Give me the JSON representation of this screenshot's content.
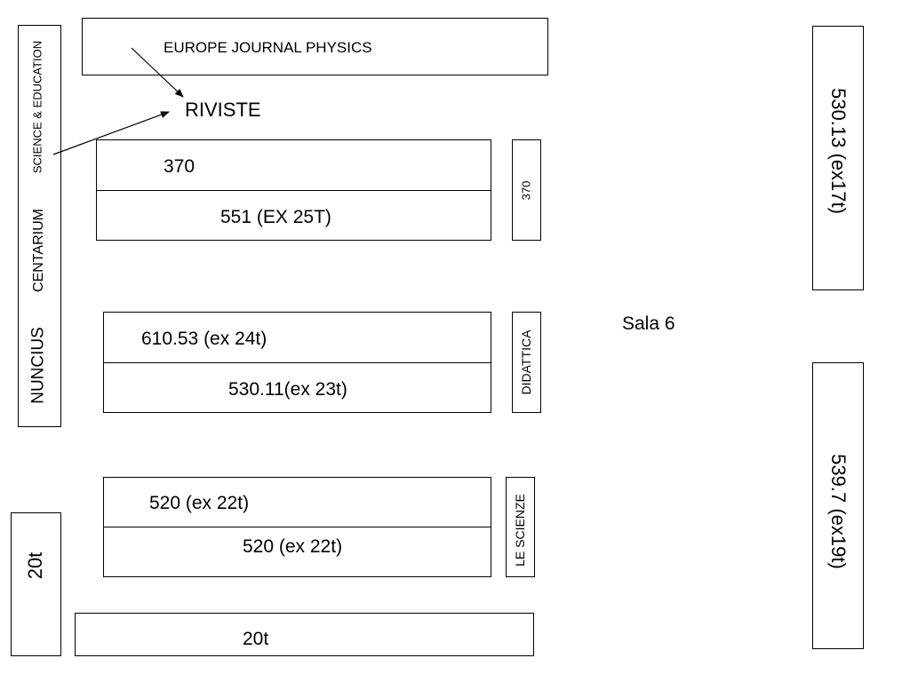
{
  "top_box": {
    "label": "EUROPE JOURNAL PHYSICS"
  },
  "riviste": {
    "label": "RIVISTE"
  },
  "left_column": {
    "science_education": "SCIENCE & EDUCATION",
    "centarium": "CENTARIUM",
    "nuncius": "NUNCIUS"
  },
  "shelf_1": {
    "top": "370",
    "bottom": "551 (EX 25T)",
    "side": "370"
  },
  "shelf_2": {
    "top": "610.53 (ex 24t)",
    "bottom": "530.11(ex 23t)",
    "side": "DIDATTICA"
  },
  "shelf_3": {
    "top": "520 (ex 22t)",
    "bottom": "520 (ex 22t)",
    "side": "LE SCIENZE"
  },
  "left_small": {
    "label": "20t"
  },
  "bottom_box": {
    "label": "20t"
  },
  "room": {
    "label": "Sala 6"
  },
  "right_top": {
    "label": "530.13 (ex17t)"
  },
  "right_bottom": {
    "label": "539.7 (ex19t)"
  },
  "colors": {
    "line": "#000000",
    "background": "#ffffff"
  }
}
